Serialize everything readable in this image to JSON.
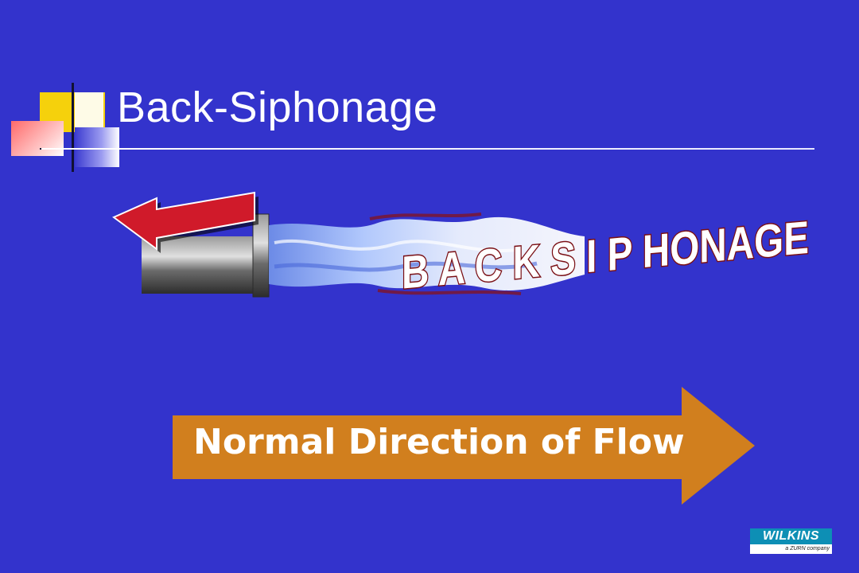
{
  "slide": {
    "title": "Back-Siphonage",
    "graphic_text": "B A C K S I P HONAGE",
    "flow_label": "Normal Direction of Flow",
    "logo": {
      "name": "WILKINS",
      "tagline": "a ZURN company"
    }
  },
  "colors": {
    "background": "#3333cc",
    "flow_arrow": "#d17f1e",
    "back_arrow": "#d01a2a",
    "logo": "#0d8fb5"
  }
}
